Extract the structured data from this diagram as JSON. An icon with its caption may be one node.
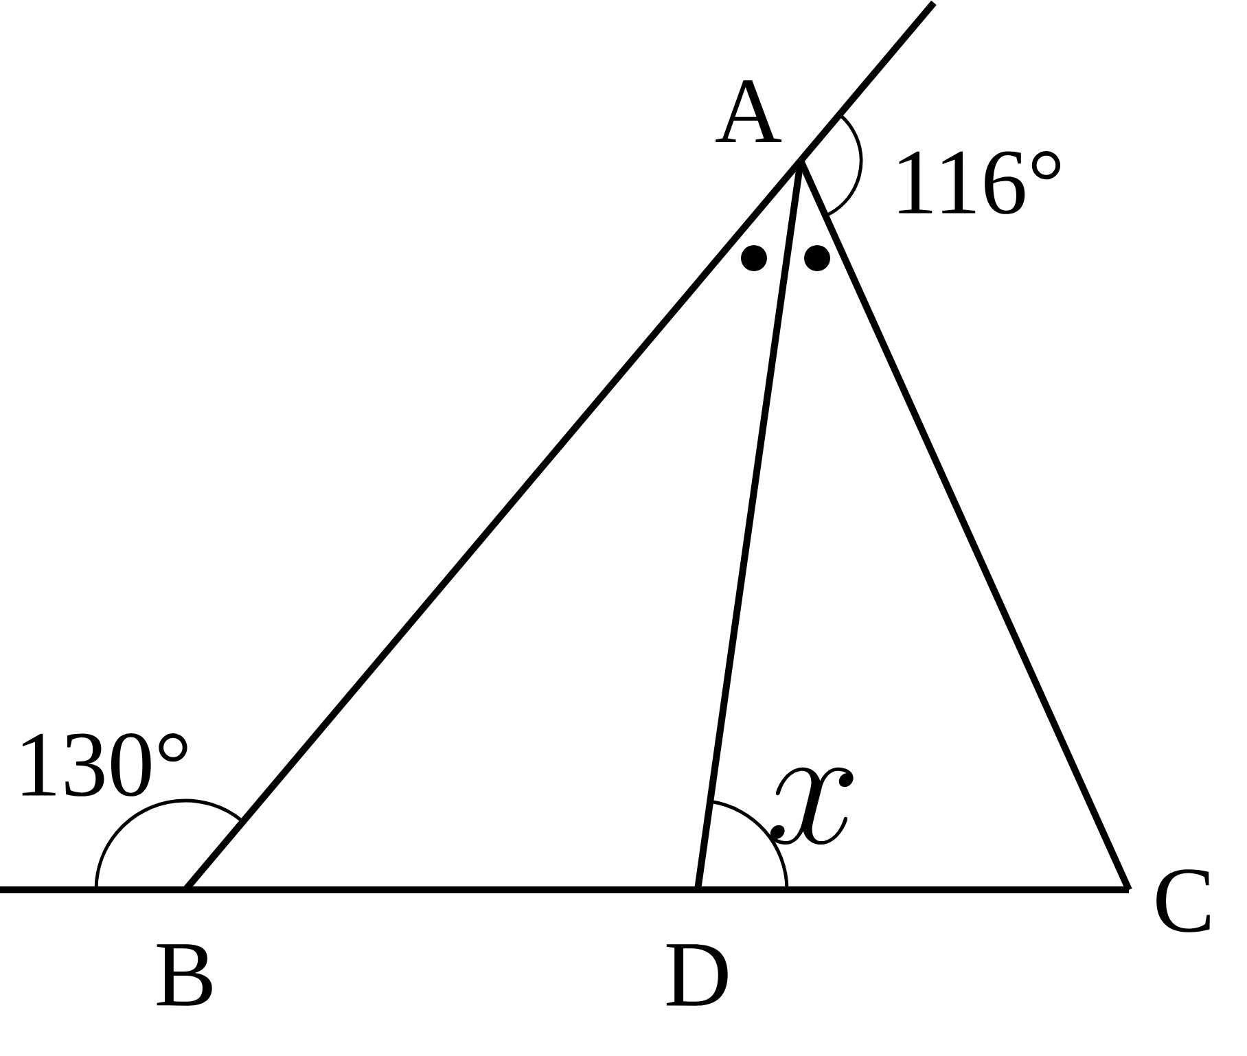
{
  "diagram": {
    "nodes": [
      {
        "text": [
          "A"
        ]
      },
      {
        "text": [
          "B"
        ]
      },
      {
        "text": [
          "D"
        ]
      },
      {
        "text": [
          "C"
        ]
      }
    ],
    "edges": [
      {
        "from": 1,
        "to": 0,
        "arrow": "none"
      },
      {
        "from": 0,
        "to": 2,
        "arrow": "none"
      },
      {
        "from": 0,
        "to": 3,
        "arrow": "none"
      },
      {
        "from": 1,
        "to": 2,
        "arrow": "none"
      },
      {
        "from": 2,
        "to": 3,
        "arrow": "none"
      }
    ],
    "labels": [
      "130°",
      "116°",
      "x"
    ]
  }
}
